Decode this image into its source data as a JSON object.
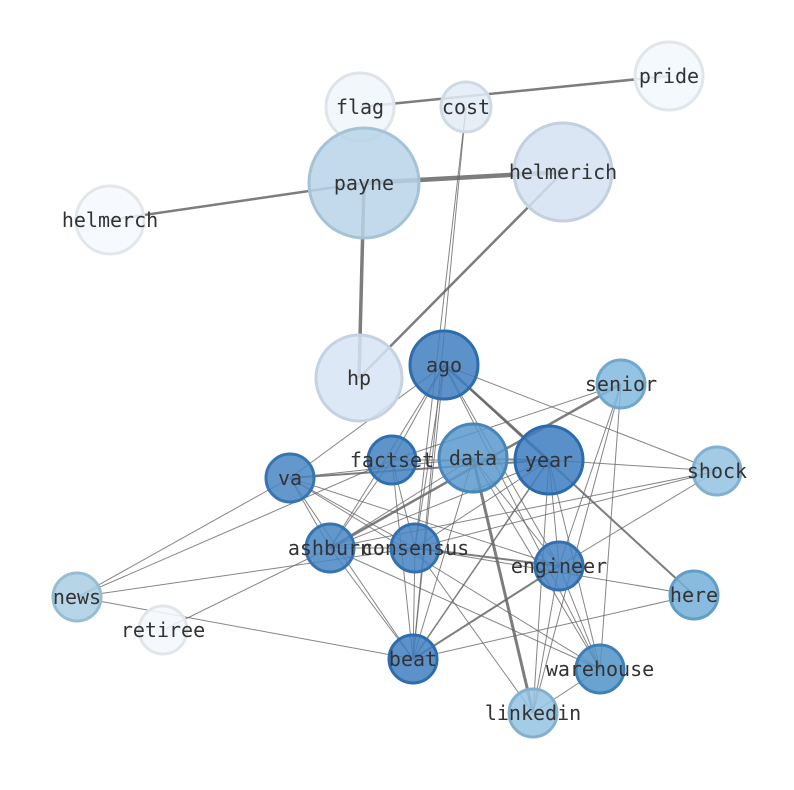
{
  "graph": {
    "nodes": [
      {
        "id": "pride",
        "label": "pride",
        "color": "#f2f8fd"
      },
      {
        "id": "flag",
        "label": "flag",
        "color": "#f0f6fc"
      },
      {
        "id": "cost",
        "label": "cost",
        "color": "#e2ecf6"
      },
      {
        "id": "payne",
        "label": "payne",
        "color": "#b7d4e8"
      },
      {
        "id": "helmerich",
        "label": "helmerich",
        "color": "#d4e2f2"
      },
      {
        "id": "helmerch",
        "label": "helmerch",
        "color": "#f4f9fe"
      },
      {
        "id": "hp",
        "label": "hp",
        "color": "#d6e4f3"
      },
      {
        "id": "ago",
        "label": "ago",
        "color": "#3f7fc0"
      },
      {
        "id": "senior",
        "label": "senior",
        "color": "#82b9de"
      },
      {
        "id": "factset",
        "label": "factset",
        "color": "#4281c1"
      },
      {
        "id": "data",
        "label": "data",
        "color": "#5a98cc"
      },
      {
        "id": "year",
        "label": "year",
        "color": "#3d7dbf"
      },
      {
        "id": "va",
        "label": "va",
        "color": "#4986c4"
      },
      {
        "id": "shock",
        "label": "shock",
        "color": "#93c2e2"
      },
      {
        "id": "ashburn",
        "label": "ashburn",
        "color": "#4886c4"
      },
      {
        "id": "consensus",
        "label": "consensus",
        "color": "#4483c2"
      },
      {
        "id": "engineer",
        "label": "engineer",
        "color": "#4483c2"
      },
      {
        "id": "news",
        "label": "news",
        "color": "#a9cfe4"
      },
      {
        "id": "here",
        "label": "here",
        "color": "#74afd8"
      },
      {
        "id": "retiree",
        "label": "retiree",
        "color": "#f3f8fd"
      },
      {
        "id": "beat",
        "label": "beat",
        "color": "#3f7fc0"
      },
      {
        "id": "warehouse",
        "label": "warehouse",
        "color": "#5092c8"
      },
      {
        "id": "linkedin",
        "label": "linkedin",
        "color": "#94c3e2"
      }
    ],
    "edges": [
      {
        "source": "flag",
        "target": "pride",
        "weight": 2.5
      },
      {
        "source": "payne",
        "target": "helmerich",
        "weight": 4.5
      },
      {
        "source": "payne",
        "target": "helmerch",
        "weight": 2.5
      },
      {
        "source": "payne",
        "target": "hp",
        "weight": 3.5
      },
      {
        "source": "helmerich",
        "target": "hp",
        "weight": 2.5
      },
      {
        "source": "cost",
        "target": "consensus",
        "weight": 1
      },
      {
        "source": "cost",
        "target": "beat",
        "weight": 1
      },
      {
        "source": "ago",
        "target": "va",
        "weight": 1
      },
      {
        "source": "ago",
        "target": "year",
        "weight": 2.5
      },
      {
        "source": "ago",
        "target": "here",
        "weight": 2
      },
      {
        "source": "ago",
        "target": "shock",
        "weight": 1
      },
      {
        "source": "ago",
        "target": "ashburn",
        "weight": 1
      },
      {
        "source": "ago",
        "target": "consensus",
        "weight": 1
      },
      {
        "source": "ago",
        "target": "engineer",
        "weight": 1
      },
      {
        "source": "ago",
        "target": "beat",
        "weight": 1
      },
      {
        "source": "ago",
        "target": "warehouse",
        "weight": 1
      },
      {
        "source": "ago",
        "target": "factset",
        "weight": 1
      },
      {
        "source": "senior",
        "target": "ashburn",
        "weight": 2.5
      },
      {
        "source": "senior",
        "target": "warehouse",
        "weight": 1
      },
      {
        "source": "senior",
        "target": "engineer",
        "weight": 1
      },
      {
        "source": "senior",
        "target": "linkedin",
        "weight": 1
      },
      {
        "source": "senior",
        "target": "factset",
        "weight": 1
      },
      {
        "source": "data",
        "target": "linkedin",
        "weight": 3
      },
      {
        "source": "data",
        "target": "engineer",
        "weight": 1
      },
      {
        "source": "data",
        "target": "va",
        "weight": 1
      },
      {
        "source": "data",
        "target": "ashburn",
        "weight": 1
      },
      {
        "source": "data",
        "target": "beat",
        "weight": 1
      },
      {
        "source": "data",
        "target": "warehouse",
        "weight": 1
      },
      {
        "source": "data",
        "target": "year",
        "weight": 1
      },
      {
        "source": "factset",
        "target": "consensus",
        "weight": 1
      },
      {
        "source": "factset",
        "target": "beat",
        "weight": 1
      },
      {
        "source": "factset",
        "target": "ashburn",
        "weight": 1
      },
      {
        "source": "factset",
        "target": "year",
        "weight": 1
      },
      {
        "source": "factset",
        "target": "news",
        "weight": 1
      },
      {
        "source": "year",
        "target": "va",
        "weight": 2
      },
      {
        "source": "year",
        "target": "shock",
        "weight": 1
      },
      {
        "source": "year",
        "target": "consensus",
        "weight": 1
      },
      {
        "source": "year",
        "target": "engineer",
        "weight": 1
      },
      {
        "source": "year",
        "target": "beat",
        "weight": 1.5
      },
      {
        "source": "year",
        "target": "warehouse",
        "weight": 1
      },
      {
        "source": "year",
        "target": "linkedin",
        "weight": 1
      },
      {
        "source": "year",
        "target": "ashburn",
        "weight": 1
      },
      {
        "source": "va",
        "target": "engineer",
        "weight": 1
      },
      {
        "source": "va",
        "target": "news",
        "weight": 1
      },
      {
        "source": "va",
        "target": "beat",
        "weight": 1
      },
      {
        "source": "va",
        "target": "consensus",
        "weight": 1
      },
      {
        "source": "va",
        "target": "warehouse",
        "weight": 1
      },
      {
        "source": "va",
        "target": "ashburn",
        "weight": 1
      },
      {
        "source": "shock",
        "target": "ashburn",
        "weight": 1
      },
      {
        "source": "shock",
        "target": "engineer",
        "weight": 1
      },
      {
        "source": "shock",
        "target": "consensus",
        "weight": 1
      },
      {
        "source": "ashburn",
        "target": "consensus",
        "weight": 1
      },
      {
        "source": "ashburn",
        "target": "warehouse",
        "weight": 1
      },
      {
        "source": "ashburn",
        "target": "beat",
        "weight": 1
      },
      {
        "source": "ashburn",
        "target": "retiree",
        "weight": 1
      },
      {
        "source": "consensus",
        "target": "engineer",
        "weight": 2
      },
      {
        "source": "consensus",
        "target": "beat",
        "weight": 1
      },
      {
        "source": "consensus",
        "target": "linkedin",
        "weight": 1
      },
      {
        "source": "consensus",
        "target": "here",
        "weight": 1
      },
      {
        "source": "engineer",
        "target": "beat",
        "weight": 2
      },
      {
        "source": "engineer",
        "target": "warehouse",
        "weight": 1
      },
      {
        "source": "engineer",
        "target": "linkedin",
        "weight": 1
      },
      {
        "source": "news",
        "target": "beat",
        "weight": 1
      },
      {
        "source": "news",
        "target": "consensus",
        "weight": 1
      },
      {
        "source": "here",
        "target": "beat",
        "weight": 1
      },
      {
        "source": "warehouse",
        "target": "linkedin",
        "weight": 1
      }
    ]
  }
}
